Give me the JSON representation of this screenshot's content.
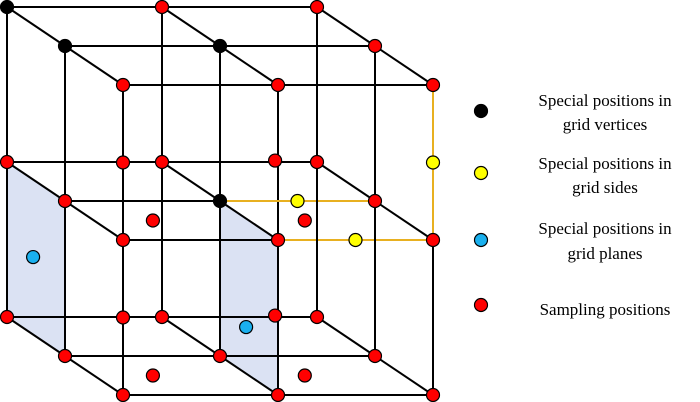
{
  "colors": {
    "vertex": "#000000",
    "side": "#ffff00",
    "plane": "#1ab0ee",
    "sampling": "#ff0000",
    "edge": "#000000",
    "highlight_edge": "#e8b020",
    "plane_fill": "#dbe2f3"
  },
  "legend": [
    {
      "kind": "vertex",
      "lines": [
        "Special positions in",
        "grid vertices"
      ]
    },
    {
      "kind": "side",
      "lines": [
        "Special positions in",
        "grid sides"
      ]
    },
    {
      "kind": "plane",
      "lines": [
        "Special positions in",
        "grid planes"
      ]
    },
    {
      "kind": "sampling",
      "lines": [
        "Sampling positions"
      ]
    }
  ],
  "grid": {
    "size": 3,
    "vertex_nodes": [
      [
        0,
        0,
        0
      ],
      [
        0,
        0,
        1
      ],
      [
        1,
        0,
        1
      ],
      [
        1,
        1,
        1
      ]
    ],
    "highlight_edges": [
      [
        [
          1,
          1,
          1
        ],
        [
          2,
          1,
          1
        ]
      ],
      [
        [
          1,
          1,
          2
        ],
        [
          2,
          1,
          2
        ]
      ],
      [
        [
          2,
          0,
          2
        ],
        [
          2,
          1,
          2
        ]
      ]
    ],
    "shaded_planes": [
      [
        [
          0,
          1,
          0
        ],
        [
          0,
          1,
          1
        ],
        [
          0,
          2,
          1
        ],
        [
          0,
          2,
          0
        ]
      ],
      [
        [
          1,
          1,
          1
        ],
        [
          1,
          1,
          2
        ],
        [
          1,
          2,
          2
        ],
        [
          1,
          2,
          1
        ]
      ]
    ],
    "side_points": [
      [
        1.5,
        1,
        1
      ],
      [
        1.5,
        1,
        2
      ],
      [
        2,
        0.5,
        2
      ]
    ],
    "plane_points": [
      [
        0,
        1.5,
        0.45
      ],
      [
        1,
        1.7,
        1.45
      ]
    ],
    "extra_sampling_points": [
      [
        0,
        0.5,
        2
      ],
      [
        1,
        0.5,
        1.95
      ],
      [
        0.38,
        1,
        1.5
      ],
      [
        1.36,
        1,
        1.5
      ],
      [
        0,
        1.5,
        2
      ],
      [
        1,
        1.5,
        1.95
      ],
      [
        0.38,
        2,
        1.5
      ],
      [
        1.36,
        2,
        1.5
      ]
    ]
  }
}
